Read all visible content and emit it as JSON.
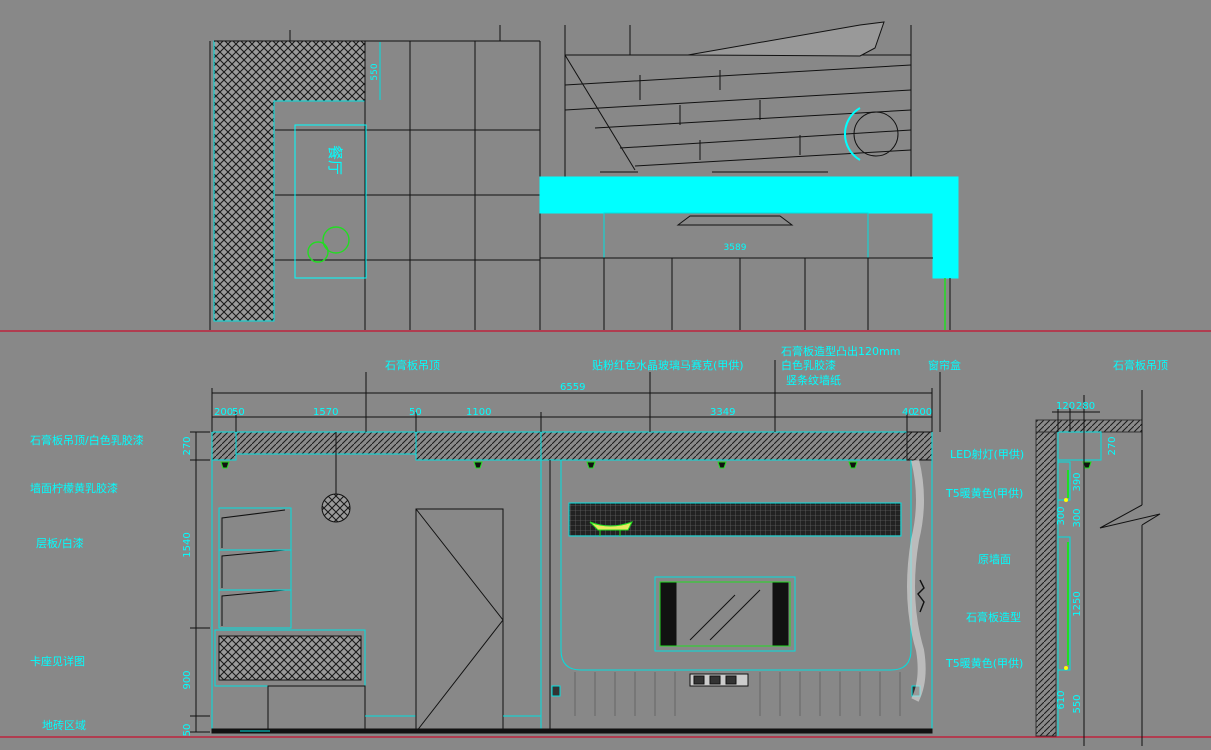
{
  "colors": {
    "background": "#888888",
    "line": "#111111",
    "cyan": "#00ffff",
    "red": "#c8102e",
    "green": "#22dd22",
    "hatch": "#333333"
  },
  "plan": {
    "room_label": "餐厅",
    "dim_550": "550",
    "dim_width": "3589"
  },
  "elevation": {
    "top_callouts": {
      "ceiling_left": "石膏板吊顶",
      "mosaic": "贴粉红色水晶玻璃马赛克(甲供)",
      "gypsum_board_line1": "石膏板造型凸出120mm",
      "gypsum_board_line2": "白色乳胶漆",
      "gypsum_board_line3": "竖条纹墙纸",
      "curtain_box": "窗帘盒",
      "ceiling_right": "石膏板吊顶"
    },
    "dims_top": {
      "total": "6559",
      "d1": "200",
      "d2": "50",
      "d3": "1570",
      "d4": "50",
      "d5": "1100",
      "d6": "3349",
      "d7": "40",
      "d8": "200"
    },
    "dims_left": {
      "h1": "270",
      "h2": "1540",
      "h3": "900",
      "h4": "50"
    },
    "left_labels": [
      "石膏板吊顶/白色乳胶漆",
      "墙面柠檬黄乳胶漆",
      "层板/白漆",
      "卡座见详图",
      "地砖区域"
    ],
    "right_labels": [
      "LED射灯(甲供)",
      "T5暖黄色(甲供)",
      "原墙面",
      "石膏板造型",
      "T5暖黄色(甲供)"
    ]
  },
  "section": {
    "dims_top": [
      "120",
      "280"
    ],
    "dims_right": [
      "270",
      "390",
      "300",
      "300",
      "1250",
      "610",
      "550"
    ]
  }
}
